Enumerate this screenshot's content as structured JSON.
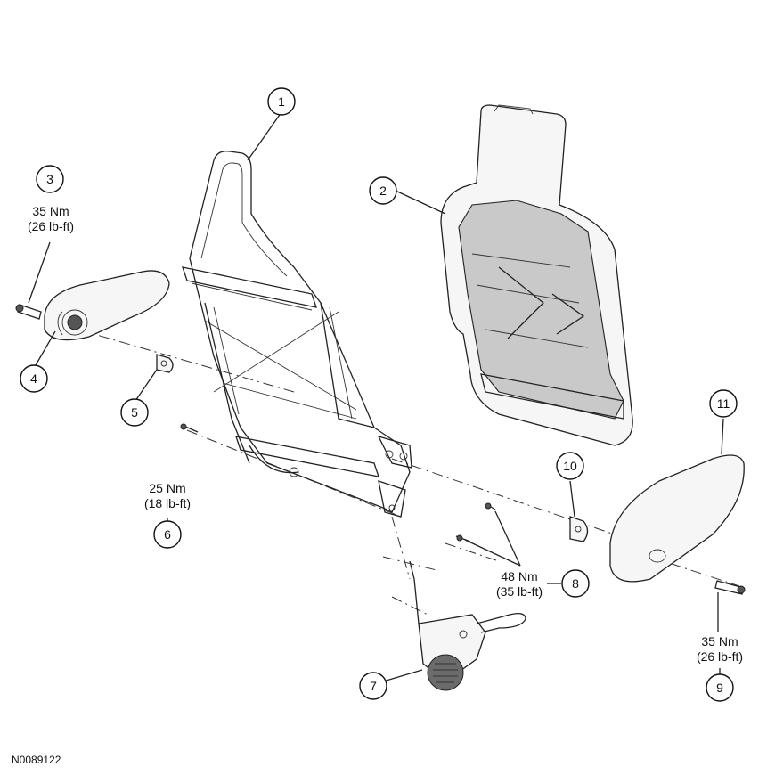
{
  "figure_id": "N0089122",
  "callouts": [
    "1",
    "2",
    "3",
    "4",
    "5",
    "6",
    "7",
    "8",
    "9",
    "10",
    "11"
  ],
  "torques": {
    "t3": {
      "nm": "35 Nm",
      "lbft": "(26 lb-ft)"
    },
    "t6": {
      "nm": "25 Nm",
      "lbft": "(18 lb-ft)"
    },
    "t8": {
      "nm": "48 Nm",
      "lbft": "(35 lb-ft)"
    },
    "t9": {
      "nm": "35 Nm",
      "lbft": "(26 lb-ft)"
    }
  }
}
